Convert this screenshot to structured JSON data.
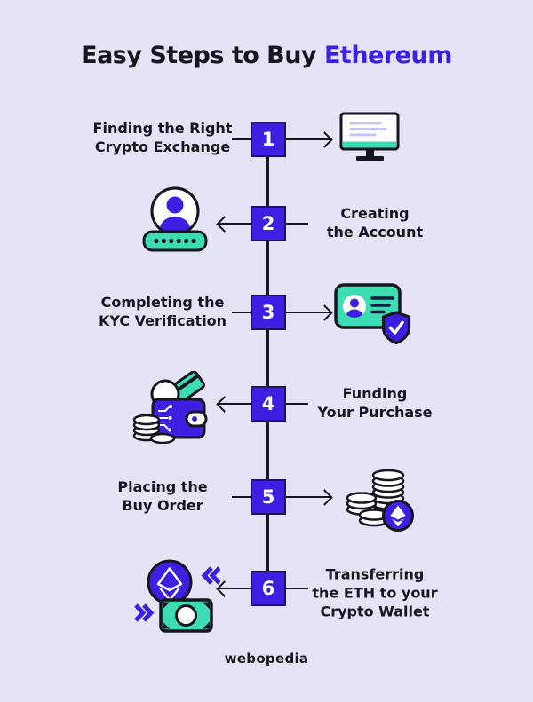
{
  "title": {
    "main": "Easy Steps to Buy ",
    "accent": "Ethereum"
  },
  "steps": [
    {
      "number": "1",
      "label": "Finding the Right\nCrypto Exchange",
      "text_side": "left",
      "arrow_direction": "right",
      "icon": "monitor-icon"
    },
    {
      "number": "2",
      "label": "Creating\nthe Account",
      "text_side": "right",
      "arrow_direction": "left",
      "icon": "account-password-icon"
    },
    {
      "number": "3",
      "label": "Completing the\nKYC Verification",
      "text_side": "left",
      "arrow_direction": "right",
      "icon": "id-card-shield-check-icon"
    },
    {
      "number": "4",
      "label": "Funding\nYour Purchase",
      "text_side": "right",
      "arrow_direction": "left",
      "icon": "wallet-coins-card-icon"
    },
    {
      "number": "5",
      "label": "Placing the\nBuy Order",
      "text_side": "left",
      "arrow_direction": "right",
      "icon": "coin-stacks-ethereum-icon"
    },
    {
      "number": "6",
      "label": "Transferring\nthe ETH to your\nCrypto Wallet",
      "text_side": "right",
      "arrow_direction": "left",
      "icon": "ethereum-cash-transfer-icon"
    }
  ],
  "footer": {
    "logo": "webopedia"
  },
  "colors": {
    "background": "#E5E4F7",
    "accent_purple": "#3C1FE0",
    "teal": "#3EDCB2",
    "ink": "#17151F"
  }
}
